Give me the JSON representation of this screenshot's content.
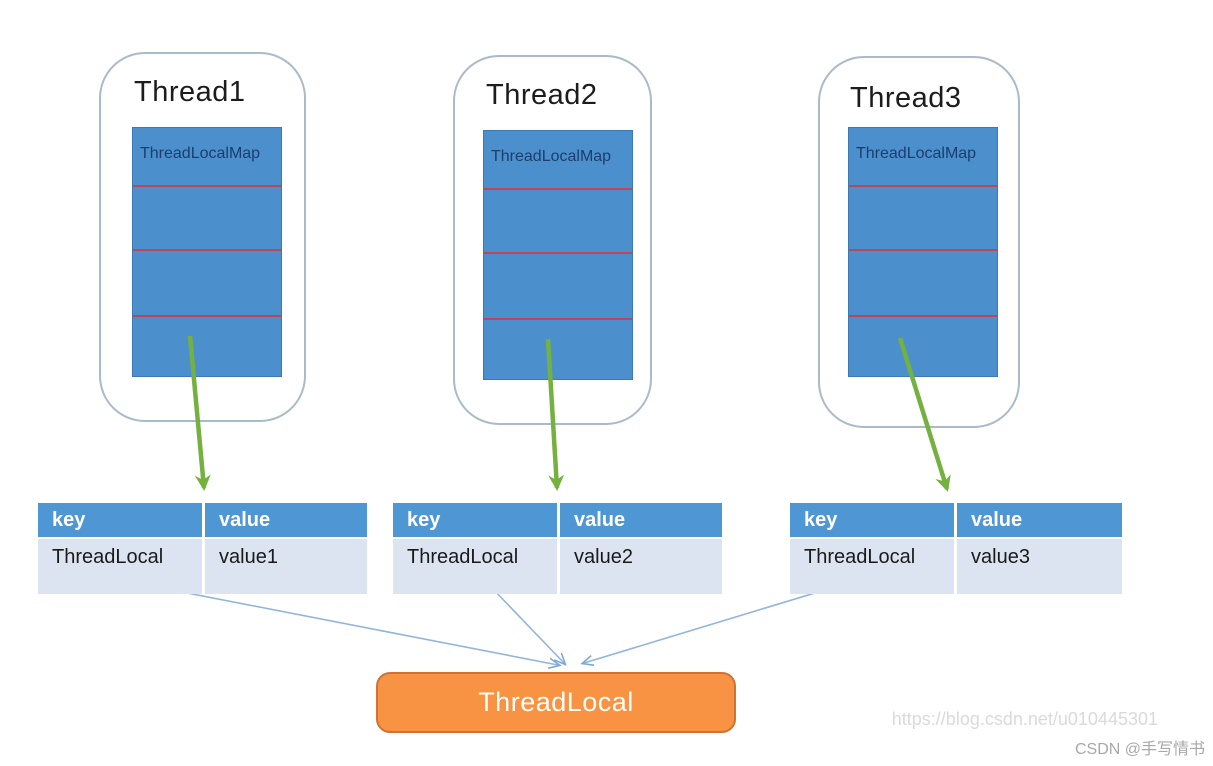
{
  "diagram": {
    "threads": [
      {
        "title": "Thread1",
        "map_label": "ThreadLocalMap"
      },
      {
        "title": "Thread2",
        "map_label": "ThreadLocalMap"
      },
      {
        "title": "Thread3",
        "map_label": "ThreadLocalMap"
      }
    ],
    "tables": [
      {
        "key_header": "key",
        "value_header": "value",
        "key": "ThreadLocal",
        "value": "value1"
      },
      {
        "key_header": "key",
        "value_header": "value",
        "key": "ThreadLocal",
        "value": "value2"
      },
      {
        "key_header": "key",
        "value_header": "value",
        "key": "ThreadLocal",
        "value": "value3"
      }
    ],
    "shared_object": {
      "label": "ThreadLocal"
    },
    "watermark": {
      "url": "https://blog.csdn.net/u010445301",
      "author": "CSDN @手写情书"
    },
    "colors": {
      "map_fill": "#4b90cc",
      "map_border": "#3d7ab5",
      "map_divider_red": "#c04458",
      "map_label_text": "#1c3d6e",
      "table_header_fill": "#4f97d4",
      "table_header_text": "#ffffff",
      "table_row_fill": "#dce4f1",
      "shared_box_fill": "#f79342",
      "shared_box_border": "#cf7234",
      "green_arrow": "#74b13f",
      "blue_arrow": "#92b5dc",
      "card_border": "#a9bac8"
    }
  }
}
